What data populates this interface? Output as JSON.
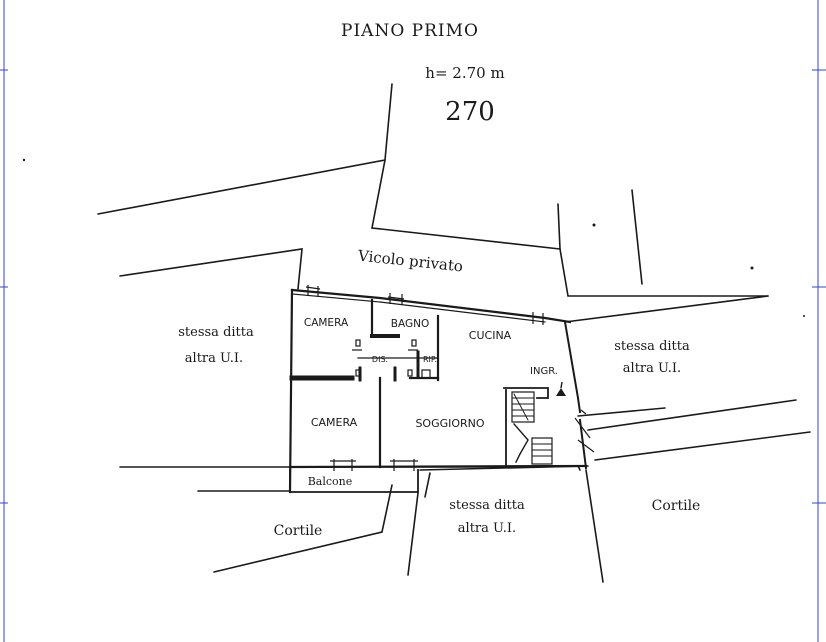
{
  "header": {
    "title": "PIANO PRIMO",
    "height_note": "h= 2.70 m",
    "code": "270"
  },
  "streets": {
    "alley": "Vicolo privato"
  },
  "rooms": {
    "camera_top": "CAMERA",
    "bagno": "BAGNO",
    "cucina": "CUCINA",
    "dis": "DIS.",
    "rip": "RIP.",
    "ingr": "INGR.",
    "camera_bottom": "CAMERA",
    "soggiorno": "SOGGIORNO",
    "balcone": "Balcone"
  },
  "neighbors": {
    "left": [
      "stessa ditta",
      "altra U.I."
    ],
    "right": [
      "stessa ditta",
      "altra U.I."
    ],
    "bottom": [
      "stessa ditta",
      "altra U.I."
    ]
  },
  "courtyards": {
    "left": "Cortile",
    "right": "Cortile"
  },
  "colors": {
    "ink": "#1a1a1a",
    "frame": "#3344cc"
  }
}
